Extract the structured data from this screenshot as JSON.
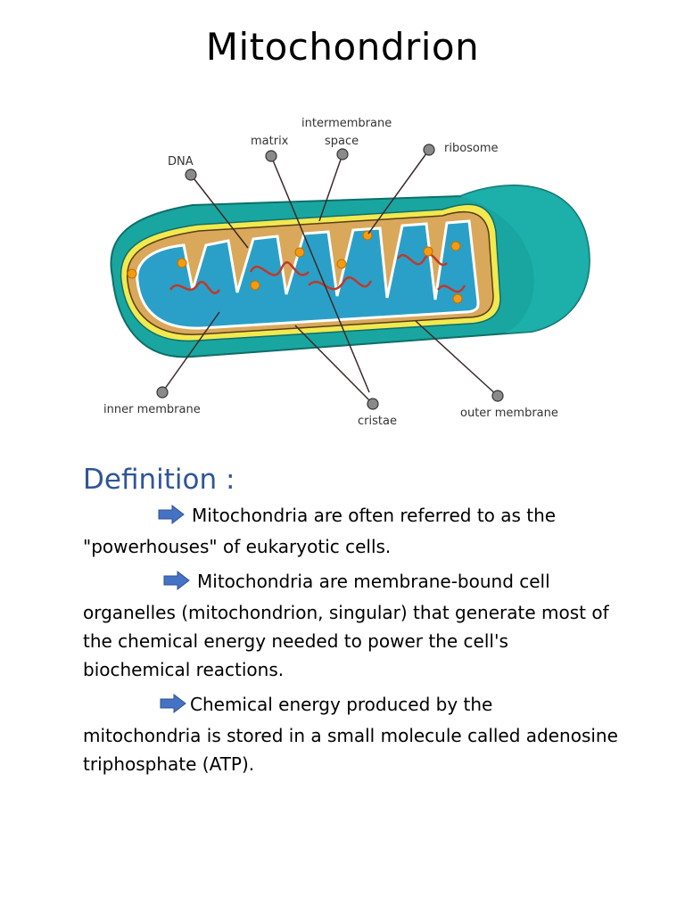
{
  "page": {
    "title": "Mitochondrion"
  },
  "diagram": {
    "labels": {
      "dna": "DNA",
      "matrix": "matrix",
      "intermembrane_1": "intermembrane",
      "intermembrane_2": "space",
      "ribosome": "ribosome",
      "inner_membrane": "inner membrane",
      "cristae": "cristae",
      "outer_membrane": "outer membrane"
    },
    "colors": {
      "outer": "#1aa6a0",
      "outer_dark": "#128a85",
      "membrane_yellow": "#f2e94e",
      "intermembrane": "#d9a85a",
      "matrix": "#2aa0c8",
      "dna": "#c0392b",
      "ribosome": "#f39c12"
    }
  },
  "definition": {
    "heading": "Definition :",
    "items": [
      {
        "icon": "arrow-right-icon",
        "text_line1": "Mitochondria are often referred to as the",
        "text_rest": "\"powerhouses\" of eukaryotic cells."
      },
      {
        "icon": "arrow-right-icon",
        "text_line1": "Mitochondria are membrane-bound cell",
        "text_rest": "organelles (mitochondrion, singular) that generate most of the chemical energy needed to power the cell's biochemical reactions."
      },
      {
        "icon": "arrow-right-icon",
        "text_line1": "Chemical energy produced by the",
        "text_rest": "mitochondria is stored in a small molecule called adenosine triphosphate (ATP)."
      }
    ]
  }
}
